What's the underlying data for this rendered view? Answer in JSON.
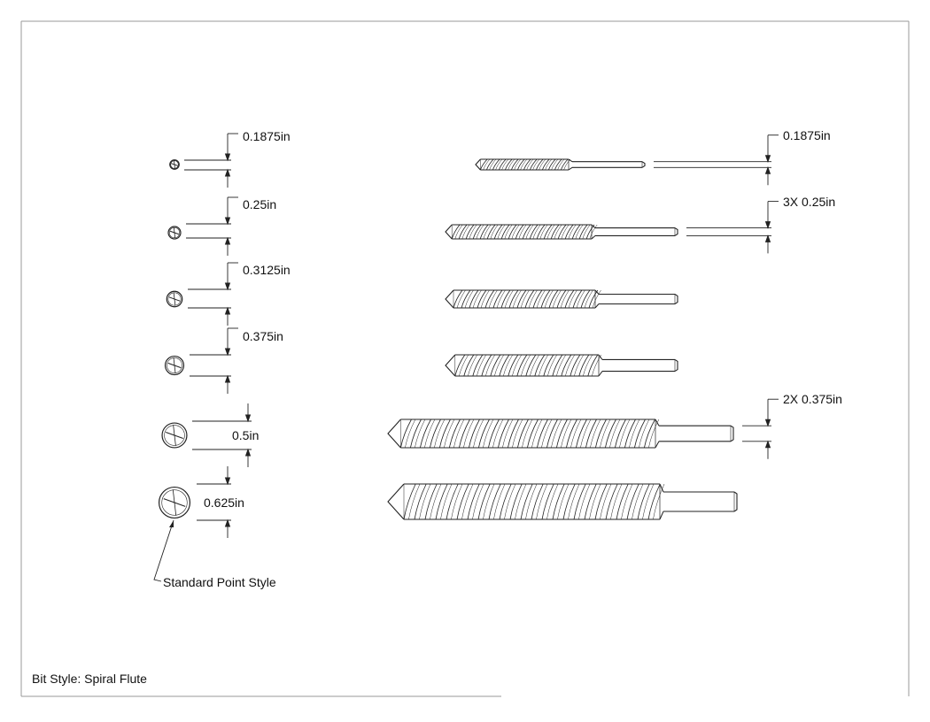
{
  "end_view_dimensions": [
    {
      "label": "0.1875in",
      "diameter": 0.1875
    },
    {
      "label": "0.25in",
      "diameter": 0.25
    },
    {
      "label": "0.3125in",
      "diameter": 0.3125
    },
    {
      "label": "0.375in",
      "diameter": 0.375
    },
    {
      "label": "0.5in",
      "diameter": 0.5
    },
    {
      "label": "0.625in",
      "diameter": 0.625
    }
  ],
  "side_view_dimensions": [
    {
      "label": "0.1875in"
    },
    {
      "label": "3X 0.25in"
    },
    {
      "label": "2X 0.375in"
    }
  ],
  "callout": {
    "label": "Standard Point Style"
  },
  "footer": {
    "bit_style": "Bit Style: Spiral Flute"
  },
  "colors": {
    "line": "#222222",
    "frame": "#999999"
  }
}
